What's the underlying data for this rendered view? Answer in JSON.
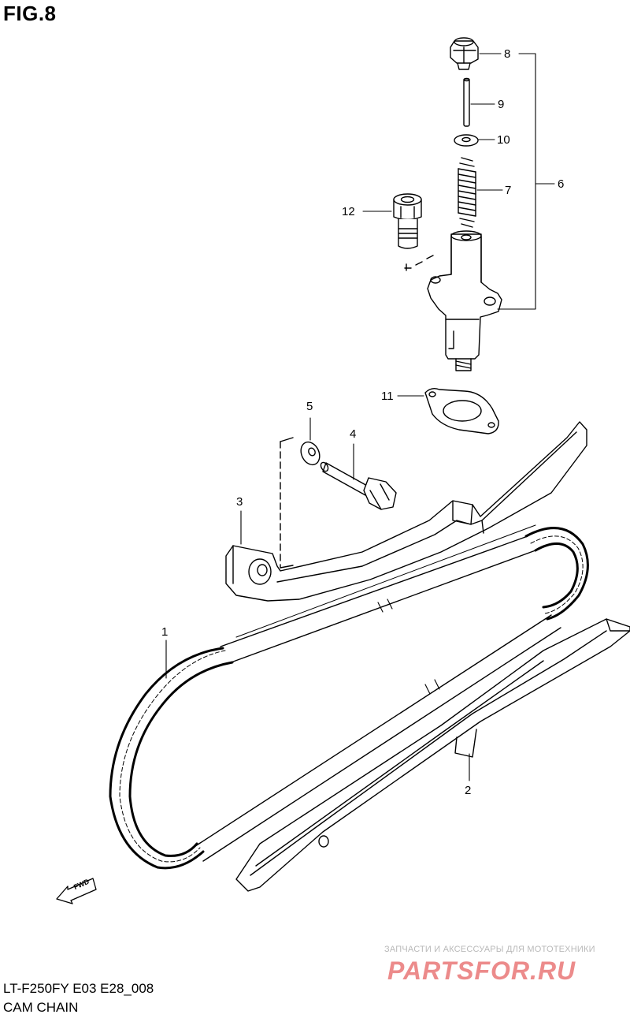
{
  "figure": {
    "title": "FIG.8"
  },
  "callouts": [
    {
      "id": "8",
      "label": "8"
    },
    {
      "id": "9",
      "label": "9"
    },
    {
      "id": "10",
      "label": "10"
    },
    {
      "id": "7",
      "label": "7"
    },
    {
      "id": "6",
      "label": "6"
    },
    {
      "id": "12",
      "label": "12"
    },
    {
      "id": "11",
      "label": "11"
    },
    {
      "id": "5",
      "label": "5"
    },
    {
      "id": "4",
      "label": "4"
    },
    {
      "id": "3",
      "label": "3"
    },
    {
      "id": "1",
      "label": "1"
    },
    {
      "id": "2",
      "label": "2"
    }
  ],
  "direction_arrow": {
    "label": "FWD"
  },
  "watermark": {
    "tagline": "ЗАПЧАСТИ И АКСЕССУАРЫ ДЛЯ МОТОТЕХНИКИ",
    "logo": "PARTSFOR.RU"
  },
  "footer": {
    "model_code": "LT-F250FY E03 E28_008",
    "diagram_title": "CAM CHAIN"
  },
  "colors": {
    "line": "#000000",
    "background": "#ffffff",
    "watermark_logo": "#ec8b8b",
    "watermark_text": "#b9b9b9"
  }
}
